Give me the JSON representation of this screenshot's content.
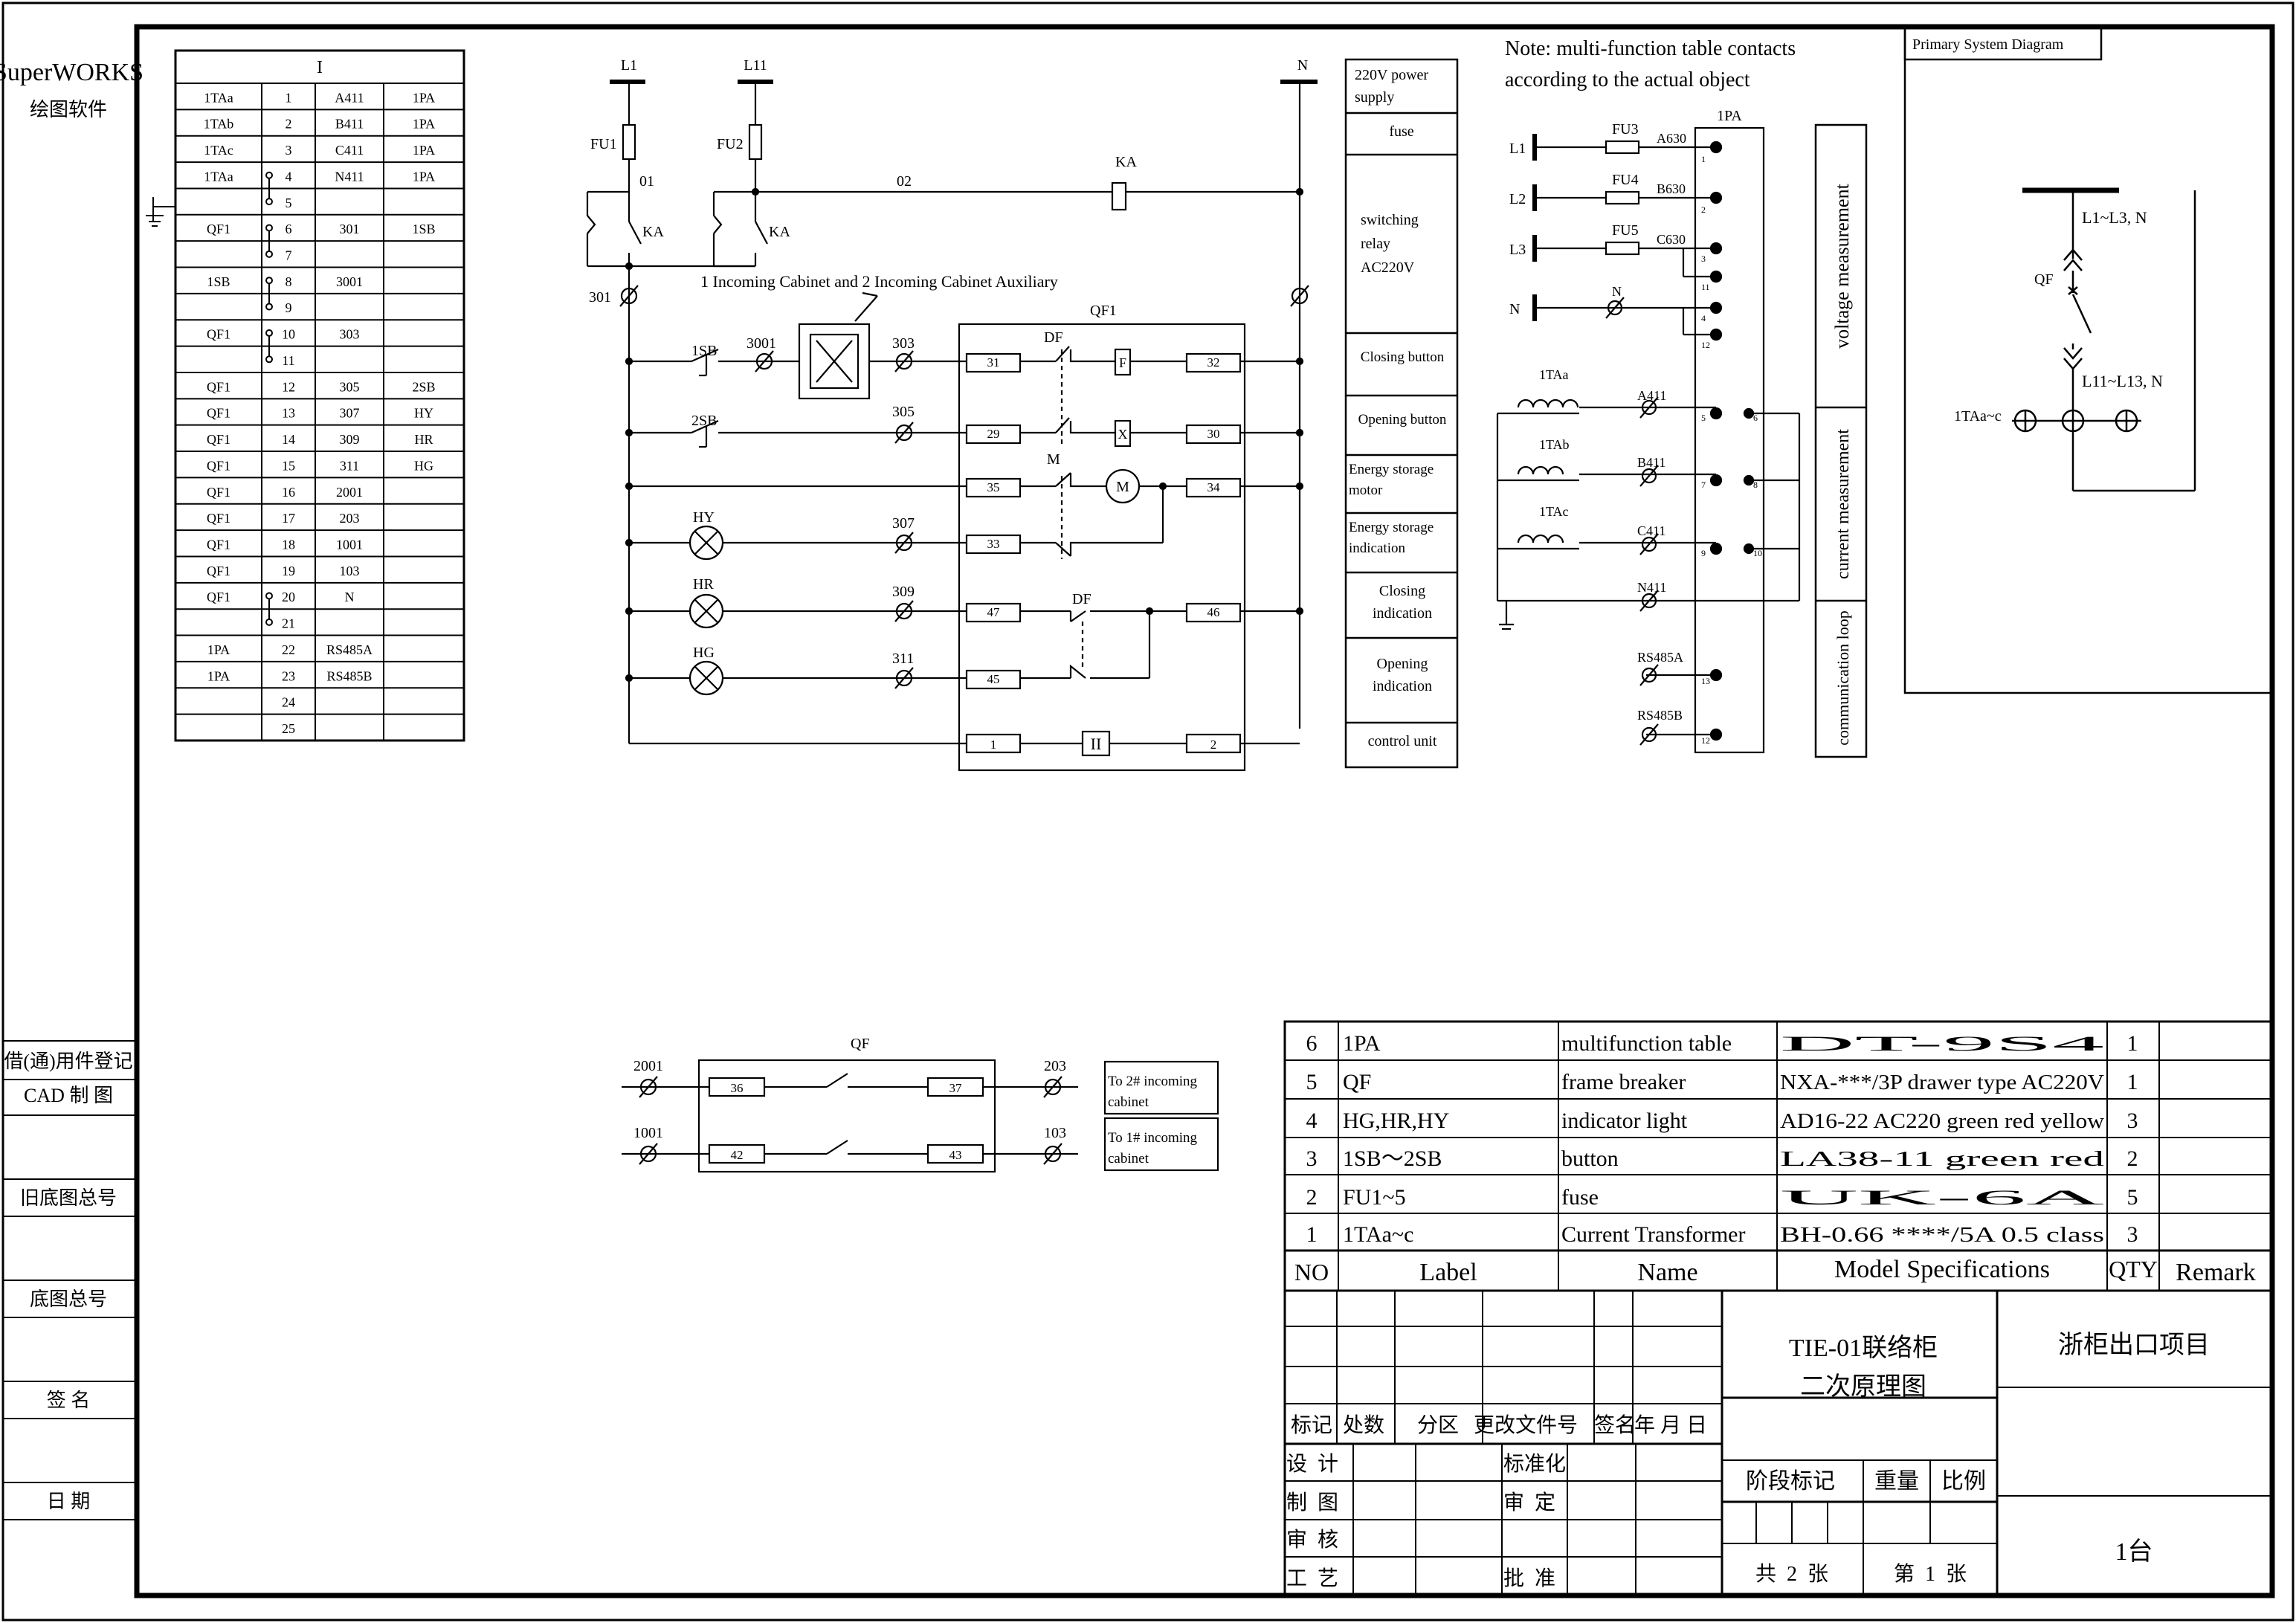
{
  "software": {
    "brand": "SuperWORKS",
    "sub": "绘图软件"
  },
  "side_labels": [
    "借(通)用件登记",
    "CAD 制 图",
    "旧底图总号",
    "底图总号",
    "签 名",
    "日 期"
  ],
  "terminal_block": {
    "header": "I",
    "rows": [
      {
        "dev": "1TAa",
        "n": "1",
        "w": "A411",
        "d": "1PA"
      },
      {
        "dev": "1TAb",
        "n": "2",
        "w": "B411",
        "d": "1PA"
      },
      {
        "dev": "1TAc",
        "n": "3",
        "w": "C411",
        "d": "1PA"
      },
      {
        "dev": "1TAa",
        "n": "4",
        "w": "N411",
        "d": "1PA"
      },
      {
        "dev": "",
        "n": "5",
        "w": "",
        "d": ""
      },
      {
        "dev": "QF1",
        "n": "6",
        "w": "301",
        "d": "1SB"
      },
      {
        "dev": "",
        "n": "7",
        "w": "",
        "d": ""
      },
      {
        "dev": "1SB",
        "n": "8",
        "w": "3001",
        "d": ""
      },
      {
        "dev": "",
        "n": "9",
        "w": "",
        "d": ""
      },
      {
        "dev": "QF1",
        "n": "10",
        "w": "303",
        "d": ""
      },
      {
        "dev": "",
        "n": "11",
        "w": "",
        "d": ""
      },
      {
        "dev": "QF1",
        "n": "12",
        "w": "305",
        "d": "2SB"
      },
      {
        "dev": "QF1",
        "n": "13",
        "w": "307",
        "d": "HY"
      },
      {
        "dev": "QF1",
        "n": "14",
        "w": "309",
        "d": "HR"
      },
      {
        "dev": "QF1",
        "n": "15",
        "w": "311",
        "d": "HG"
      },
      {
        "dev": "QF1",
        "n": "16",
        "w": "2001",
        "d": ""
      },
      {
        "dev": "QF1",
        "n": "17",
        "w": "203",
        "d": ""
      },
      {
        "dev": "QF1",
        "n": "18",
        "w": "1001",
        "d": ""
      },
      {
        "dev": "QF1",
        "n": "19",
        "w": "103",
        "d": ""
      },
      {
        "dev": "QF1",
        "n": "20",
        "w": "N",
        "d": ""
      },
      {
        "dev": "",
        "n": "21",
        "w": "",
        "d": ""
      },
      {
        "dev": "1PA",
        "n": "22",
        "w": "RS485A",
        "d": ""
      },
      {
        "dev": "1PA",
        "n": "23",
        "w": "RS485B",
        "d": ""
      },
      {
        "dev": "",
        "n": "24",
        "w": "",
        "d": ""
      },
      {
        "dev": "",
        "n": "25",
        "w": "",
        "d": ""
      }
    ]
  },
  "control_circuit": {
    "L1": "L1",
    "L11": "L11",
    "N": "N",
    "FU1": "FU1",
    "FU2": "FU2",
    "KA": "KA",
    "n01": "01",
    "n02": "02",
    "n301": "301",
    "aux_note": "1 Incoming Cabinet and 2 Incoming Cabinet Auxiliary",
    "QF1": "QF1",
    "SB1": "1SB",
    "SB2": "2SB",
    "w3001": "3001",
    "w303": "303",
    "w305": "305",
    "w307": "307",
    "w309": "309",
    "w311": "311",
    "DF": "DF",
    "M": "M",
    "F": "F",
    "X": "X",
    "motor": "M",
    "roman": "II",
    "HY": "HY",
    "HR": "HR",
    "HG": "HG",
    "t31": "31",
    "t32": "32",
    "t29": "29",
    "t30": "30",
    "t35": "35",
    "t34": "34",
    "t33": "33",
    "t47": "47",
    "t46": "46",
    "t45": "45",
    "t1": "1",
    "t2": "2"
  },
  "function_column": [
    "220V power supply",
    "fuse",
    "switching relay AC220V",
    "Closing button",
    "Opening button",
    "Energy storage motor",
    "Energy storage indication",
    "Closing indication",
    "Opening indication",
    "control unit"
  ],
  "note": [
    "Note: multi-function table contacts",
    "according to the actual object"
  ],
  "meter": {
    "PA": "1PA",
    "L1": "L1",
    "L2": "L2",
    "L3": "L3",
    "N": "N",
    "FU3": "FU3",
    "FU4": "FU4",
    "FU5": "FU5",
    "A630": "A630",
    "B630": "B630",
    "C630": "C630",
    "Nw": "N",
    "TAa": "1TAa",
    "TAb": "1TAb",
    "TAc": "1TAc",
    "A411": "A411",
    "B411": "B411",
    "C411": "C411",
    "N411": "N411",
    "RS485A": "RS485A",
    "RS485B": "RS485B",
    "pins": [
      "1",
      "2",
      "3",
      "11",
      "4",
      "12",
      "5",
      "6",
      "7",
      "8",
      "9",
      "10",
      "13",
      "12"
    ]
  },
  "measure_column": [
    "voltage measurement",
    "current measurement",
    "communication loop"
  ],
  "primary": {
    "title": "Primary System Diagram",
    "bus_top": "L1~L3, N",
    "bus_bottom": "L11~L13, N",
    "QF": "QF",
    "ct": "1TAa~c"
  },
  "interlock": {
    "QF": "QF",
    "w2001": "2001",
    "w203": "203",
    "w1001": "1001",
    "w103": "103",
    "t36": "36",
    "t37": "37",
    "t42": "42",
    "t43": "43",
    "to2": [
      "To 2# incoming",
      "cabinet"
    ],
    "to1": [
      "To 1# incoming",
      "cabinet"
    ]
  },
  "bom": {
    "rows": [
      {
        "no": "6",
        "label": "1PA",
        "name": "multifunction table",
        "model": "DT-9S4",
        "qty": "1",
        "remark": ""
      },
      {
        "no": "5",
        "label": "QF",
        "name": "frame breaker",
        "model": "NXA-***/3P drawer type AC220V",
        "qty": "1",
        "remark": ""
      },
      {
        "no": "4",
        "label": "HG,HR,HY",
        "name": "indicator light",
        "model": "AD16-22 AC220 green red yellow",
        "qty": "3",
        "remark": ""
      },
      {
        "no": "3",
        "label": "1SB～2SB",
        "name": "button",
        "model": "LA38-11 green red",
        "qty": "2",
        "remark": ""
      },
      {
        "no": "2",
        "label": "FU1~5",
        "name": "fuse",
        "model": "UK-6A",
        "qty": "5",
        "remark": ""
      },
      {
        "no": "1",
        "label": "1TAa~c",
        "name": "Current Transformer",
        "model": "BH-0.66 ****/5A 0.5 class",
        "qty": "3",
        "remark": ""
      }
    ],
    "header": {
      "no": "NO",
      "label": "Label",
      "name": "Name",
      "model": "Model Specifications",
      "qty": "QTY",
      "remark": "Remark"
    }
  },
  "title_block": {
    "rev_headers": [
      "标记",
      "处数",
      "分区",
      "更改文件号",
      "签名",
      "年 月 日"
    ],
    "design": "设  计",
    "draw": "制  图",
    "check": "审  核",
    "craft": "工  艺",
    "std": "标准化",
    "review": "审  定",
    "approve": "批  准",
    "title1": "TIE-01联络柜",
    "title2": "二次原理图",
    "project": "浙柜出口项目",
    "stage": "阶段标记",
    "weight": "重量",
    "scale": "比例",
    "qty": "1台",
    "total": "共  2  张",
    "sheet": "第  1  张"
  }
}
